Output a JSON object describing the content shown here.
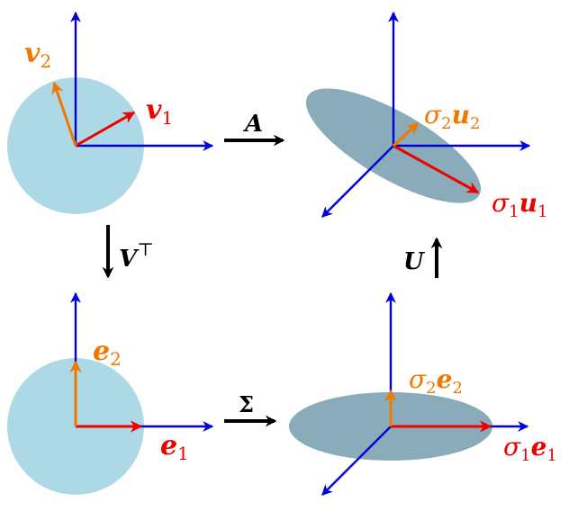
{
  "colors": {
    "circle": "#add8e6",
    "ellipse": "#8aabb9",
    "axis": "#0000dd",
    "red": "#ee0000",
    "orange": "#f07800",
    "black": "#000000"
  },
  "labels": {
    "v2_main": "v",
    "v2_sub": "2",
    "v1_main": "v",
    "v1_sub": "1",
    "A": "A",
    "s2u2_sigma": "σ",
    "s2u2_sigma_sub": "2",
    "s2u2_main": "u",
    "s2u2_sub": "2",
    "s1u1_sigma": "σ",
    "s1u1_sigma_sub": "1",
    "s1u1_main": "u",
    "s1u1_sub": "1",
    "VT_main": "V",
    "VT_sup": "⊤",
    "U": "U",
    "e2_main": "e",
    "e2_sub": "2",
    "e1_main": "e",
    "e1_sub": "1",
    "Sigma": "Σ",
    "s2e2_sigma": "σ",
    "s2e2_sigma_sub": "2",
    "s2e2_main": "e",
    "s2e2_sub": "2",
    "s1e1_sigma": "σ",
    "s1e1_sigma_sub": "1",
    "s1e1_main": "e",
    "s1e1_sub": "1"
  }
}
